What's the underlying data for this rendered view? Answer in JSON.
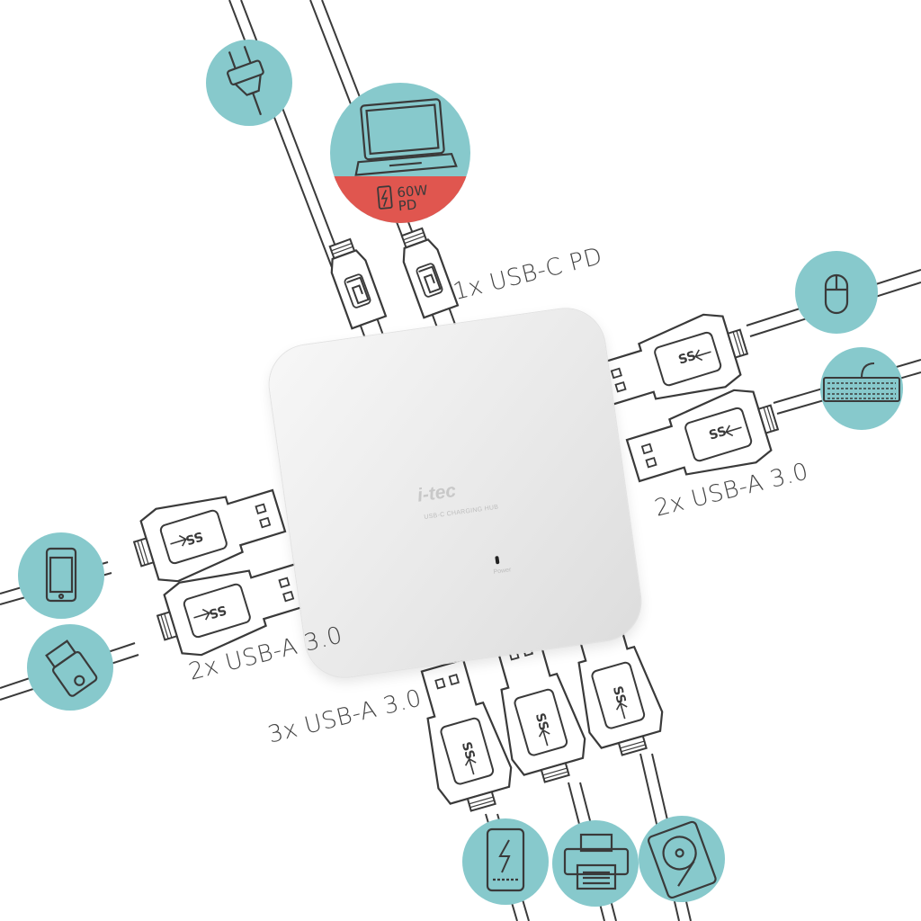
{
  "labels": {
    "usb_c_pd": "1x USB-C PD",
    "usb_a_right": "2x USB-A 3.0",
    "usb_a_left": "2x USB-A 3.0",
    "usb_a_bottom": "3x USB-A 3.0"
  },
  "badge": {
    "watts": "60W",
    "pd": "PD"
  },
  "hub": {
    "logo": "i-tec",
    "model": "USB-C CHARGING HUB",
    "power": "Power"
  },
  "connector_text": "SS",
  "devices": {
    "power_plug": "power-plug-icon",
    "laptop": "laptop-icon",
    "mouse": "mouse-icon",
    "keyboard": "keyboard-icon",
    "phone": "smartphone-icon",
    "usb_stick": "usb-flash-drive-icon",
    "power_bank": "power-bank-icon",
    "printer": "printer-icon",
    "hard_drive": "hard-drive-icon"
  },
  "colors": {
    "circle": "#87c9cc",
    "badge": "#e0564f",
    "line": "#3a3a3a",
    "label": "#444444"
  }
}
